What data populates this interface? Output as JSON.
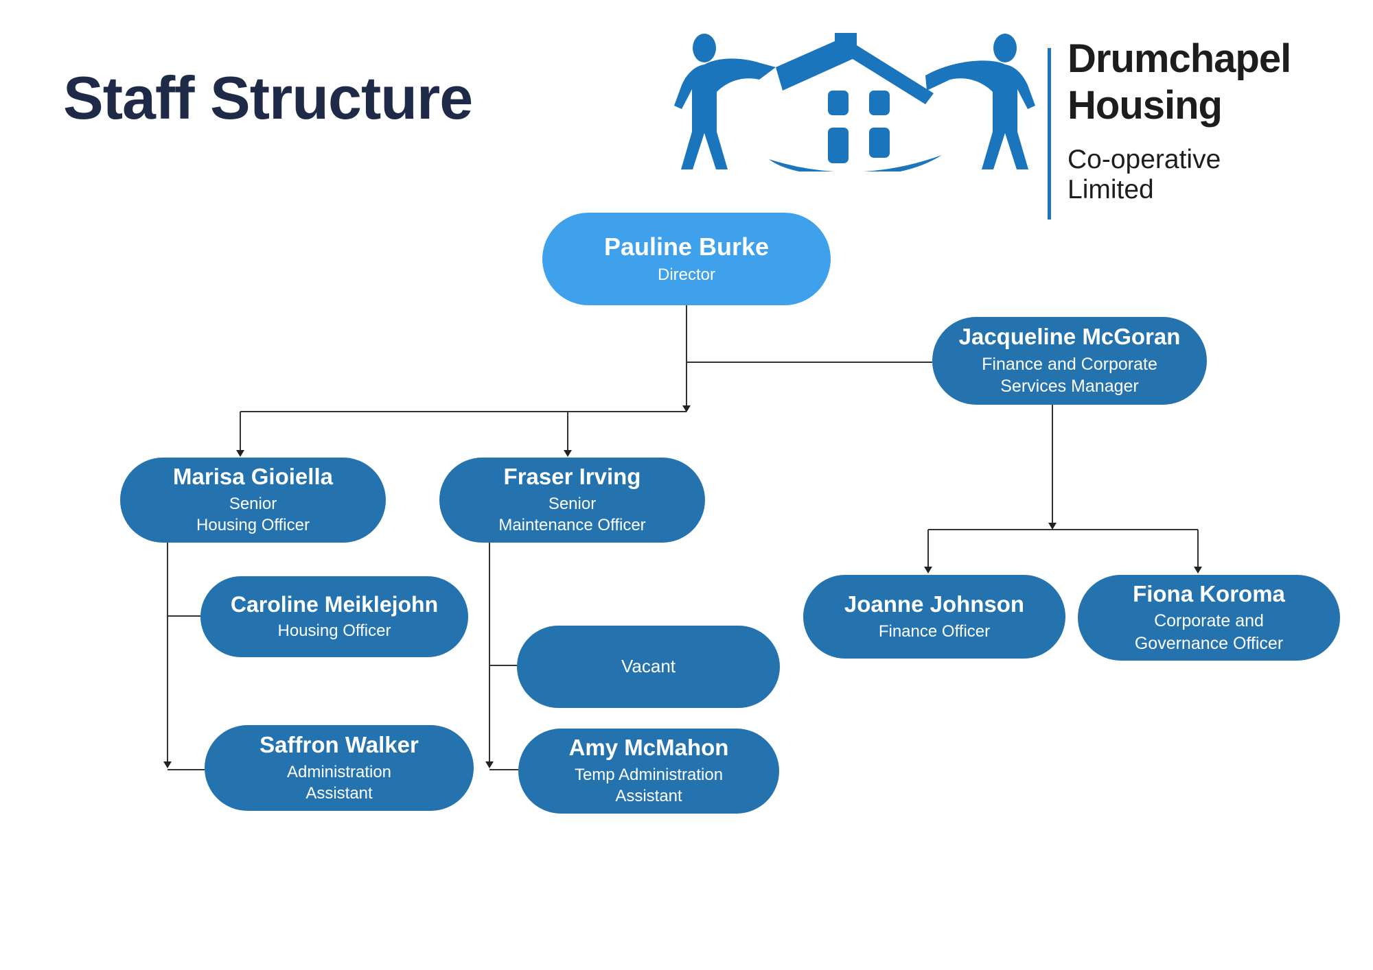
{
  "page": {
    "title": "Staff Structure"
  },
  "logo": {
    "org_name_line1": "Drumchapel",
    "org_name_line2": "Housing",
    "org_subtitle": "Co-operative Limited",
    "brand_blue": "#1b75bc"
  },
  "colors": {
    "title_navy": "#1e2a47",
    "node_dark_blue": "#2473af",
    "node_light_blue": "#3fa0ec",
    "connector_line": "#333333"
  },
  "org_chart": {
    "nodes": [
      {
        "id": "pauline",
        "name": "Pauline Burke",
        "role": "Director",
        "reports_to": null,
        "variant": "light"
      },
      {
        "id": "jacqueline",
        "name": "Jacqueline McGoran",
        "role": "Finance and Corporate\nServices Manager",
        "reports_to": "pauline",
        "variant": "dark"
      },
      {
        "id": "marisa",
        "name": "Marisa Gioiella",
        "role": "Senior\nHousing Officer",
        "reports_to": "pauline",
        "variant": "dark"
      },
      {
        "id": "fraser",
        "name": "Fraser Irving",
        "role": "Senior\nMaintenance Officer",
        "reports_to": "pauline",
        "variant": "dark"
      },
      {
        "id": "caroline",
        "name": "Caroline Meiklejohn",
        "role": "Housing Officer",
        "reports_to": "marisa",
        "variant": "dark"
      },
      {
        "id": "saffron",
        "name": "Saffron Walker",
        "role": "Administration\nAssistant",
        "reports_to": "marisa",
        "variant": "dark"
      },
      {
        "id": "vacant",
        "name": "",
        "role": "Vacant",
        "reports_to": "fraser",
        "variant": "dark"
      },
      {
        "id": "amy",
        "name": "Amy McMahon",
        "role": "Temp Administration\nAssistant",
        "reports_to": "fraser",
        "variant": "dark"
      },
      {
        "id": "joanne",
        "name": "Joanne Johnson",
        "role": "Finance Officer",
        "reports_to": "jacqueline",
        "variant": "dark"
      },
      {
        "id": "fiona",
        "name": "Fiona Koroma",
        "role": "Corporate and\nGovernance Officer",
        "reports_to": "jacqueline",
        "variant": "dark"
      }
    ]
  }
}
